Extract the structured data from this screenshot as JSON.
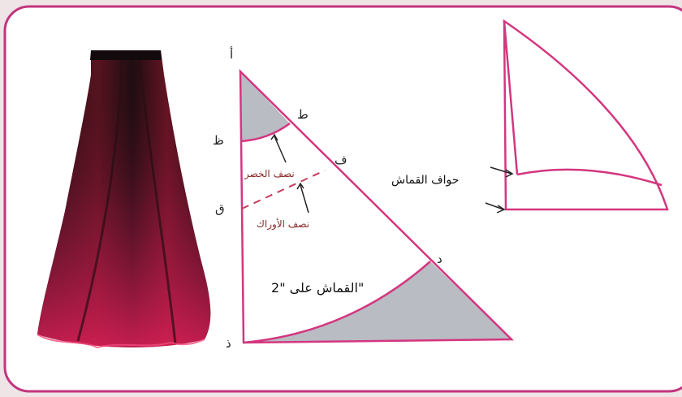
{
  "colors": {
    "frame": "#c2357e",
    "pattern_line": "#d4367f",
    "shade": "#b9bcc3",
    "background": "#ffffff",
    "outer": "#efe4e6"
  },
  "pattern": {
    "point_alif": "أ",
    "point_tah": "ط",
    "point_zah": "ظ",
    "point_feh": "ف",
    "point_qaf": "ق",
    "point_dal": "د",
    "point_thal": "ذ",
    "half_waist": "نصف الخصر",
    "half_hips": "نصف الأوراك",
    "fabric_fold": "القماش على \"2\""
  },
  "folded": {
    "fabric_edges": "حواف القماش"
  },
  "skirt": {
    "icon": "maxi-skirt-icon"
  }
}
